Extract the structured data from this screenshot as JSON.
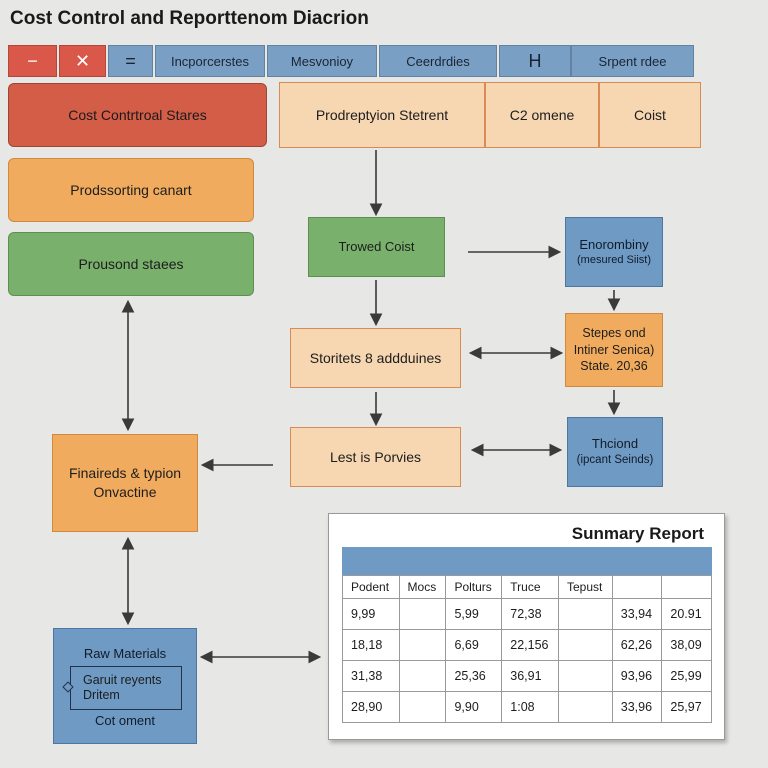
{
  "title": "Cost Control and Reporttenom Diacrion",
  "toolbar": {
    "btn_minus": "−",
    "btn_close": "✕",
    "btn_menu": "=",
    "tab1": "Incporcerstes",
    "tab2": "Mesvonioy",
    "tab3": "Ceerdrdies",
    "tab4": "H",
    "tab5": "Srpent rdee"
  },
  "boxes": {
    "cost_control_states": "Cost Contrtroal Stares",
    "prodreptyion": "Prodreptyion Stetrent",
    "c2_omene": "C2 omene",
    "cost": "Coist",
    "prodssorting": "Prodssorting canart",
    "prousond": "Prousond staees",
    "trowed_coist": "Trowed Coist",
    "enorombiny": "Enorombiny",
    "enorombiny_sub": "(mesured Siist)",
    "storitets": "Storitets 8 addduines",
    "stepes_1": "Stepes ond",
    "stepes_2": "Intiner Senica)",
    "stepes_3": "State. 20,36",
    "lest_is": "Lest is Porvies",
    "thciond": "Thciond",
    "thciond_sub": "(ipcant Seinds)",
    "finaireds_1": "Finaireds & typion",
    "finaireds_2": "Onvactine",
    "raw_materials": "Raw Materials",
    "garuit_1": "Garuit reyents",
    "garuit_2": "Dritem",
    "cot_oment": "Cot oment"
  },
  "report": {
    "title": "Sunmary Report",
    "headers": [
      "Podent",
      "Mocs",
      "Polturs",
      "Truce",
      "Tepust",
      "",
      ""
    ],
    "rows": [
      [
        "9,99",
        "",
        "5,99",
        "72,38",
        "",
        "33,94",
        "20.91"
      ],
      [
        "18,18",
        "",
        "6,69",
        "22,156",
        "",
        "62,26",
        "38,09"
      ],
      [
        "31,38",
        "",
        "25,36",
        "36,91",
        "",
        "93,96",
        "25,99"
      ],
      [
        "28,90",
        "",
        "9,90",
        "1:08",
        "",
        "33,96",
        "25,97"
      ]
    ]
  },
  "colors": {
    "red": "#d45d48",
    "peach": "#f7d7b2",
    "orange": "#f0ab5e",
    "green": "#79b06c",
    "blue": "#6f9ac4",
    "toolbar_blue": "#7a9fc4"
  }
}
